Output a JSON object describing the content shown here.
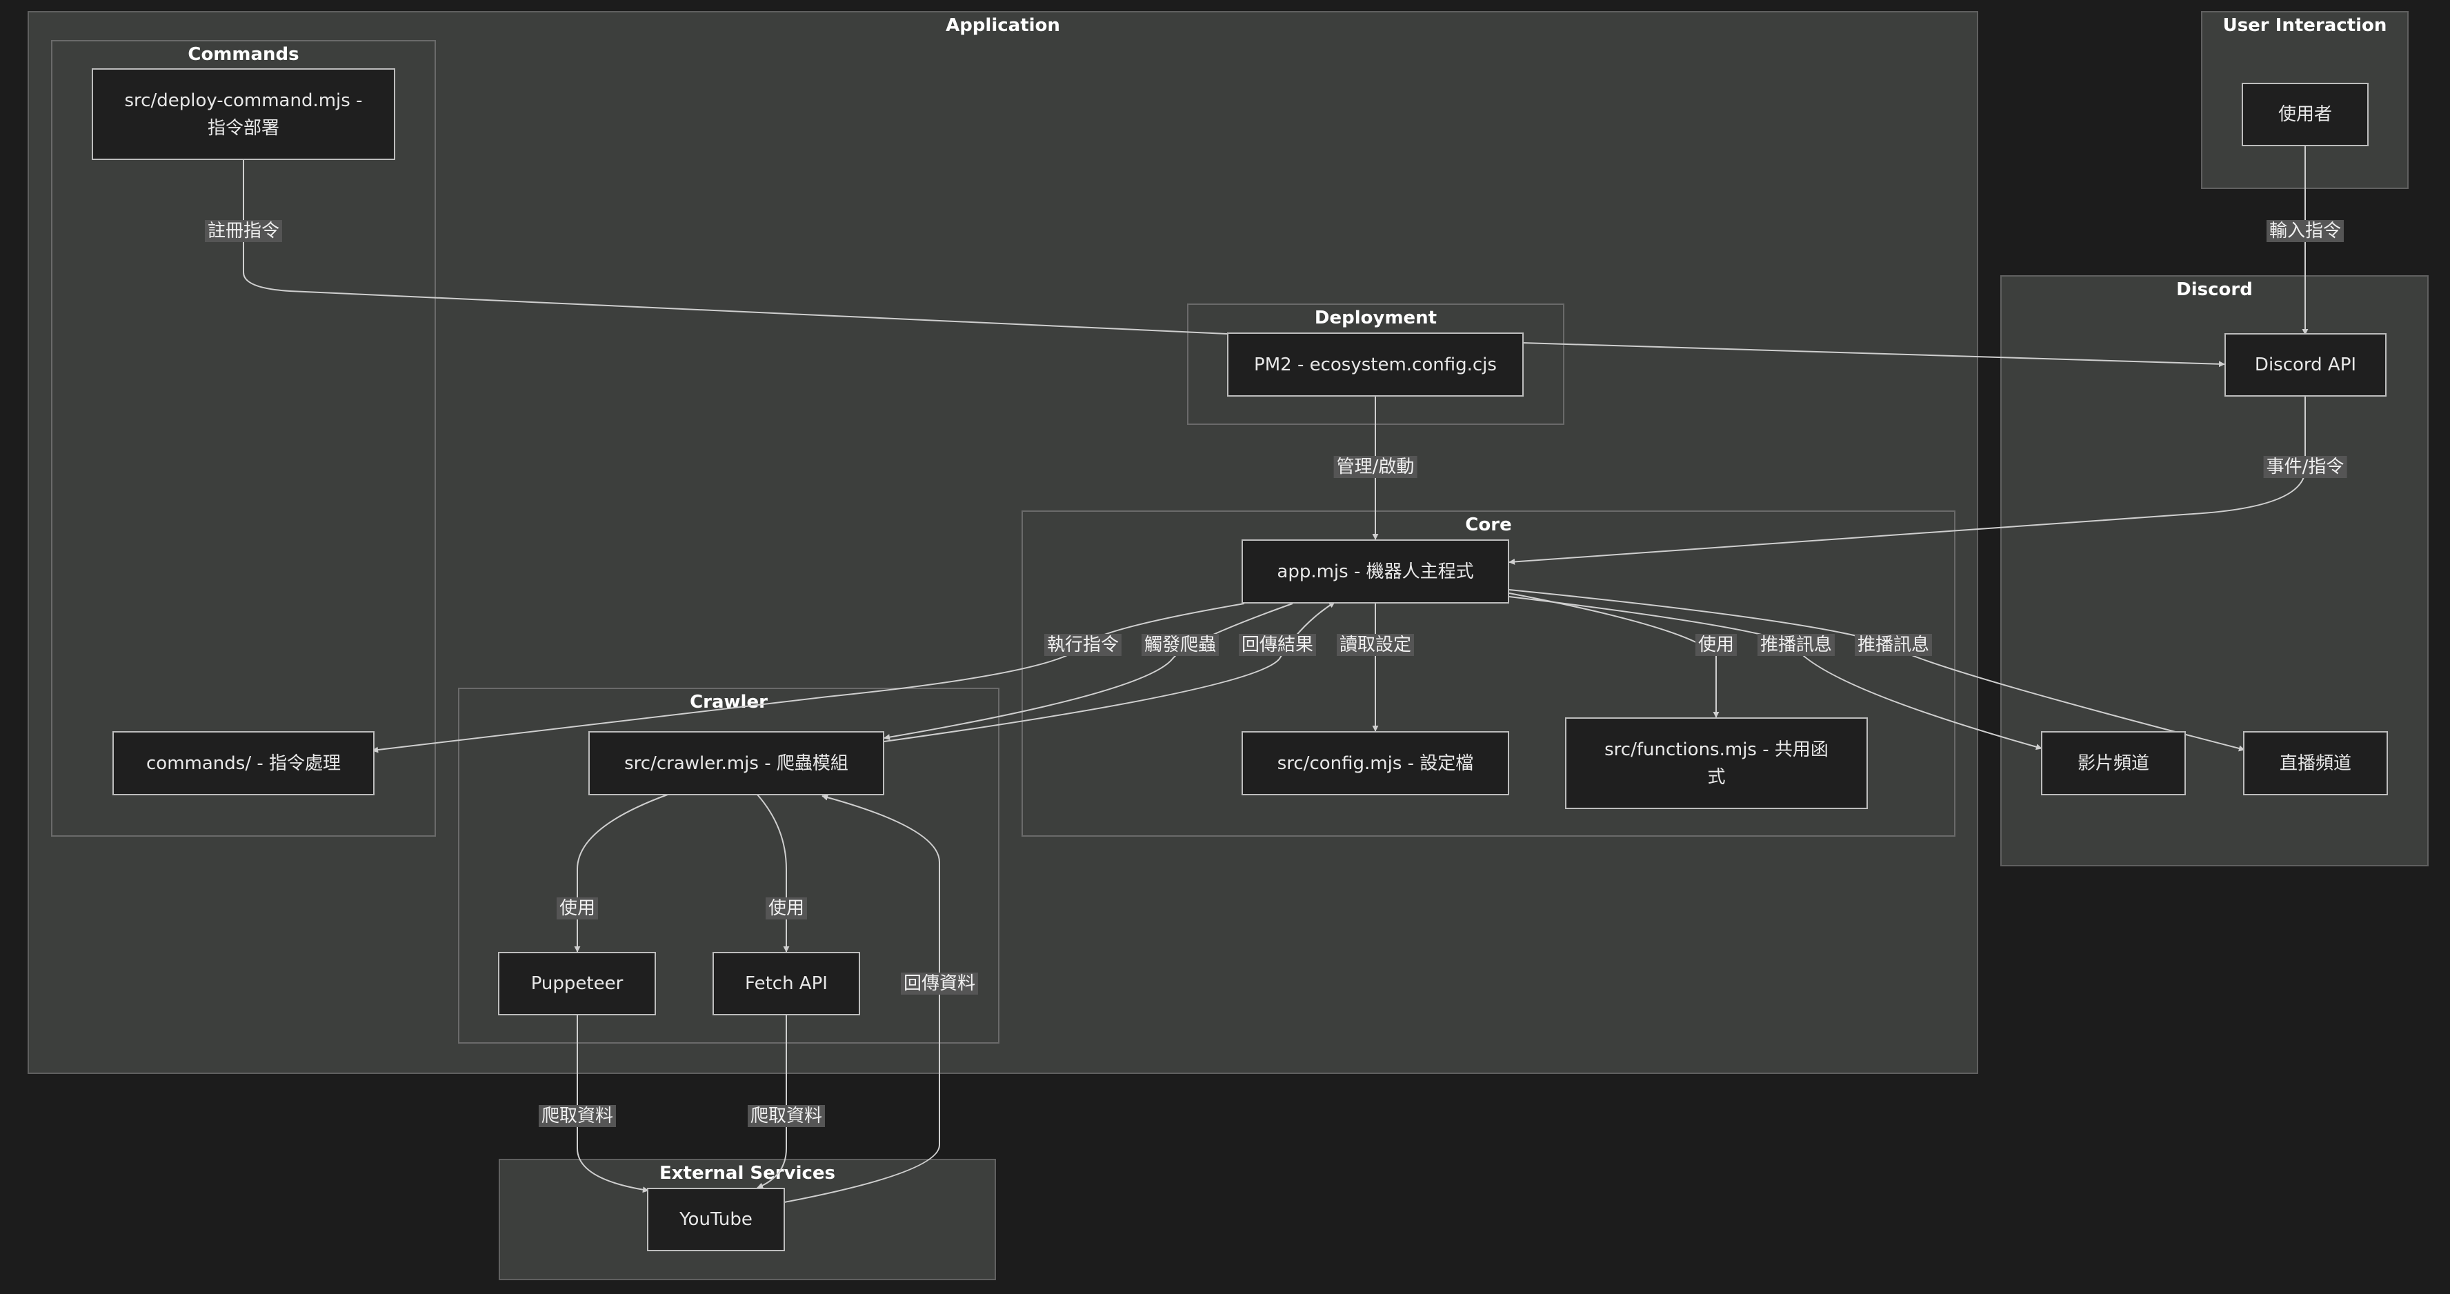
{
  "clusters": {
    "application": "Application",
    "commands": "Commands",
    "deployment": "Deployment",
    "core": "Core",
    "crawler": "Crawler",
    "external": "External Services",
    "user_interaction": "User Interaction",
    "discord": "Discord"
  },
  "nodes": {
    "deploy_command": "src/deploy-command.mjs -\n指令部署",
    "commands_dir": "commands/ - 指令處理",
    "pm2": "PM2 - ecosystem.config.cjs",
    "app": "app.mjs - 機器人主程式",
    "crawler": "src/crawler.mjs - 爬蟲模組",
    "config": "src/config.mjs - 設定檔",
    "functions": "src/functions.mjs - 共用函\n式",
    "puppeteer": "Puppeteer",
    "fetch_api": "Fetch API",
    "youtube": "YouTube",
    "user": "使用者",
    "discord_api": "Discord API",
    "video_channel": "影片頻道",
    "live_channel": "直播頻道"
  },
  "edges": {
    "register": "註冊指令",
    "input": "輸入指令",
    "manage": "管理/啟動",
    "event": "事件/指令",
    "execute": "執行指令",
    "trigger": "觸發爬蟲",
    "return_result": "回傳結果",
    "read_config": "讀取設定",
    "use_functions": "使用",
    "push_video": "推播訊息",
    "push_live": "推播訊息",
    "use_puppeteer": "使用",
    "use_fetch": "使用",
    "scrape_puppeteer": "爬取資料",
    "scrape_fetch": "爬取資料",
    "return_data": "回傳資料"
  }
}
